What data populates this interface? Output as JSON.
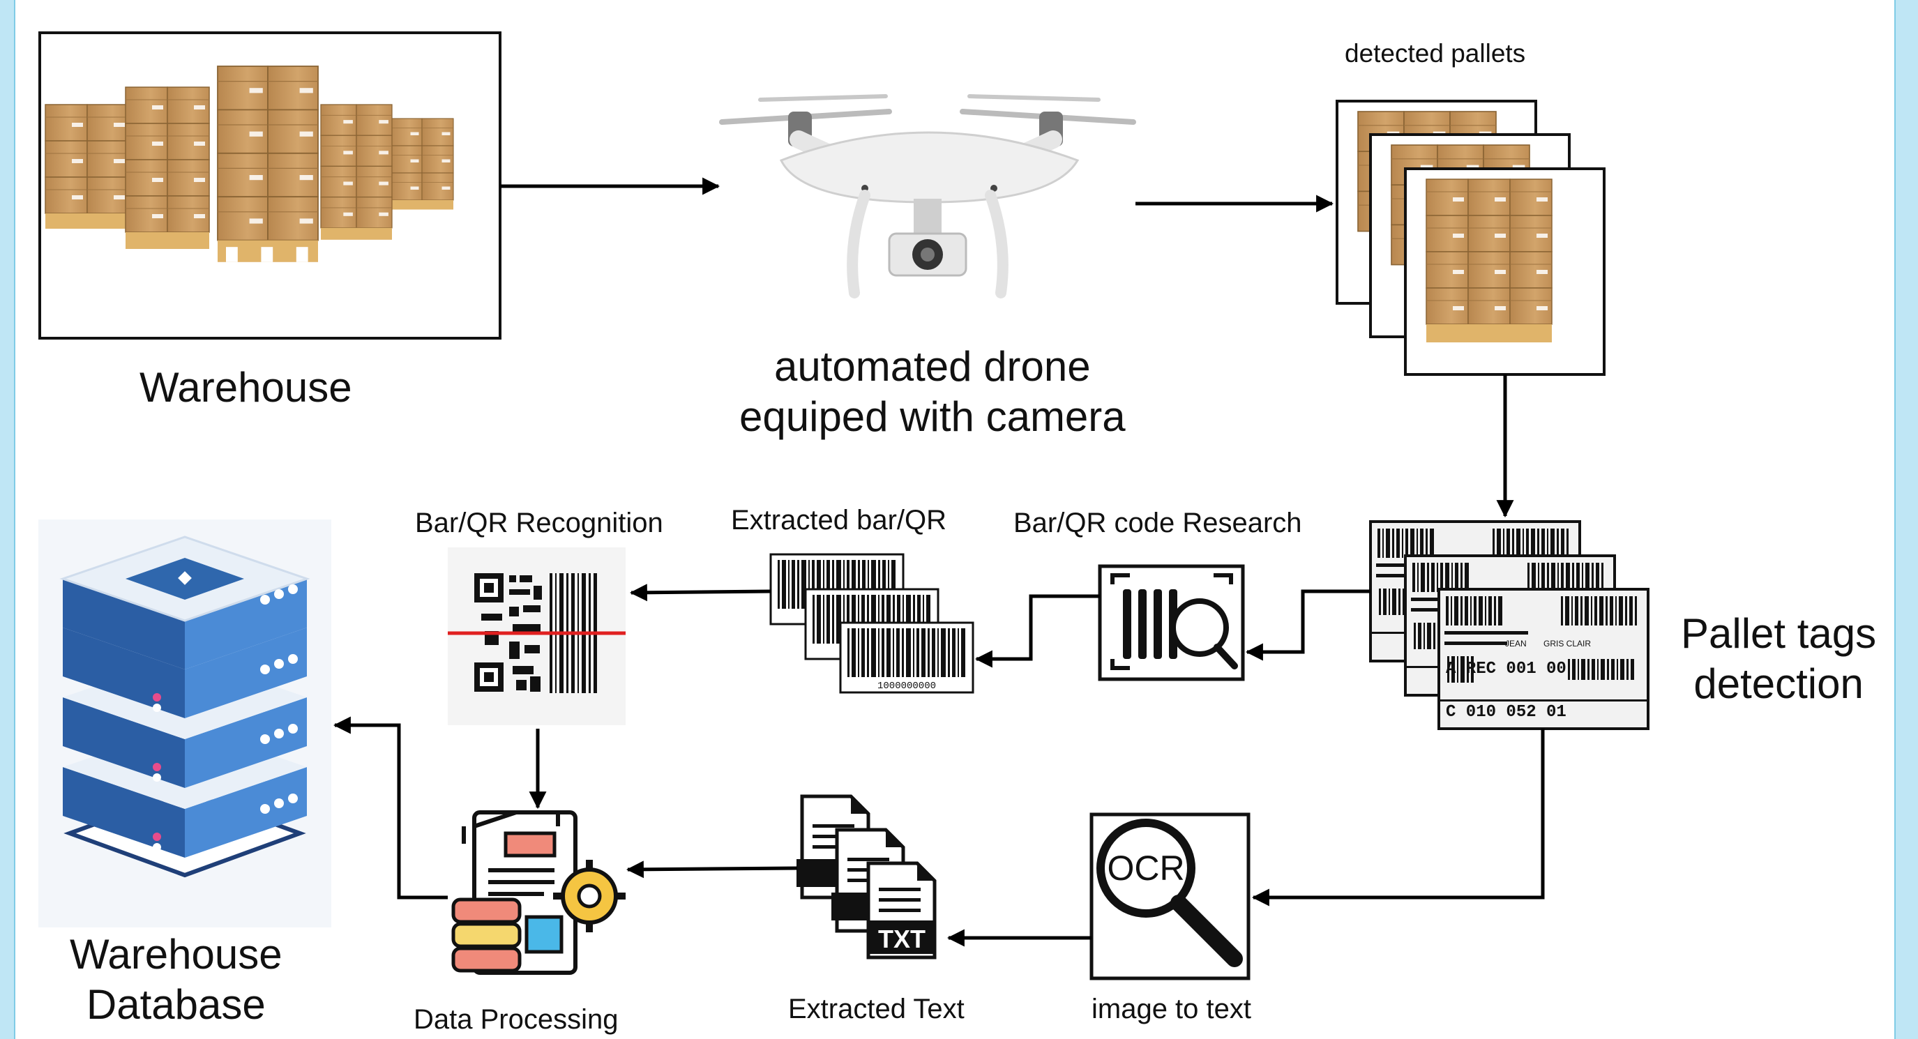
{
  "labels": {
    "warehouse": "Warehouse",
    "drone_line1": "automated drone",
    "drone_line2": "equiped with camera",
    "detected_pallets": "detected pallets",
    "pallet_tags_line1": "Pallet tags",
    "pallet_tags_line2": "detection",
    "barqr_research": "Bar/QR code Research",
    "extracted_barqr": "Extracted bar/QR",
    "barqr_recognition": "Bar/QR Recognition",
    "database_line1": "Warehouse",
    "database_line2": "Database",
    "data_processing": "Data Processing",
    "extracted_text": "Extracted Text",
    "image_to_text": "image to text"
  },
  "icons": {
    "ocr_text": "OCR",
    "txt_text": "TXT",
    "barcode_number": "1000000000",
    "tag_line_a": "A REC 001 00",
    "tag_line_c": "C 010 052 01",
    "tag_jean": "JEAN",
    "tag_gris": "GRIS CLAIR"
  },
  "colors": {
    "frame": "#bfe6f5",
    "box_cardboard": "#c99a62",
    "pallet_wood": "#e0b46a",
    "server_blue": "#3a78c2",
    "arrow": "#000000"
  }
}
